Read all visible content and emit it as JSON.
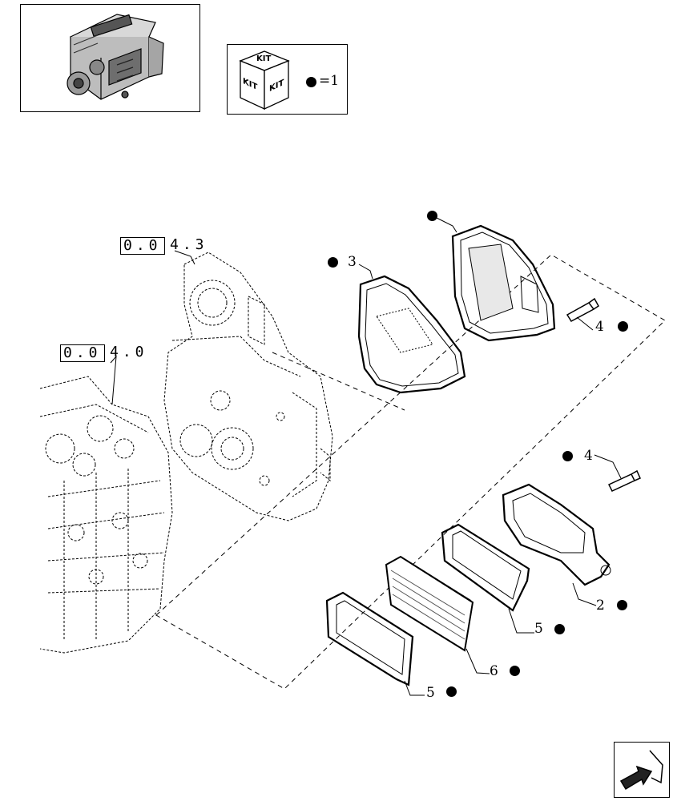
{
  "kit_legend": {
    "kit_label": "KIT",
    "equals_text": "=1"
  },
  "references": [
    {
      "boxed": "0.0",
      "rest": "4.3"
    },
    {
      "boxed": "0.0",
      "rest": "4.0"
    }
  ],
  "callouts": [
    {
      "number": "3",
      "kit": true
    },
    {
      "number": "4",
      "kit": true
    },
    {
      "number": "4",
      "kit": true
    },
    {
      "number": "2",
      "kit": true
    },
    {
      "number": "5",
      "kit": true
    },
    {
      "number": "6",
      "kit": true
    },
    {
      "number": "5",
      "kit": true
    }
  ],
  "colors": {
    "line": "#000000",
    "background": "#ffffff"
  },
  "icons": [
    "engine-thumbnail-icon",
    "kit-cube-icon",
    "kit-dot-icon",
    "next-page-arrow-icon"
  ]
}
